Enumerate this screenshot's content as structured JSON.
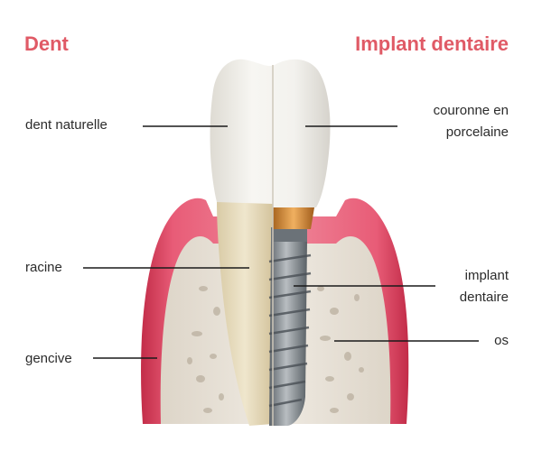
{
  "headings": {
    "left": "Dent",
    "right": "Implant dentaire"
  },
  "labels": {
    "natural_tooth": "dent naturelle",
    "root": "racine",
    "gum": "gencive",
    "crown_line1": "couronne en",
    "crown_line2": "porcelaine",
    "implant_line1": "implant",
    "implant_line2": "dentaire",
    "bone": "os"
  },
  "colors": {
    "heading": "#e05a66",
    "label_text": "#2b2b2b",
    "leader_line": "#1a1a1a",
    "gum": "#d43a55",
    "bone": "#e8e2d8",
    "crown": "#f1f0ec",
    "root": "#e6dcc2",
    "implant": "#8c9399",
    "abutment": "#d08a3a"
  }
}
